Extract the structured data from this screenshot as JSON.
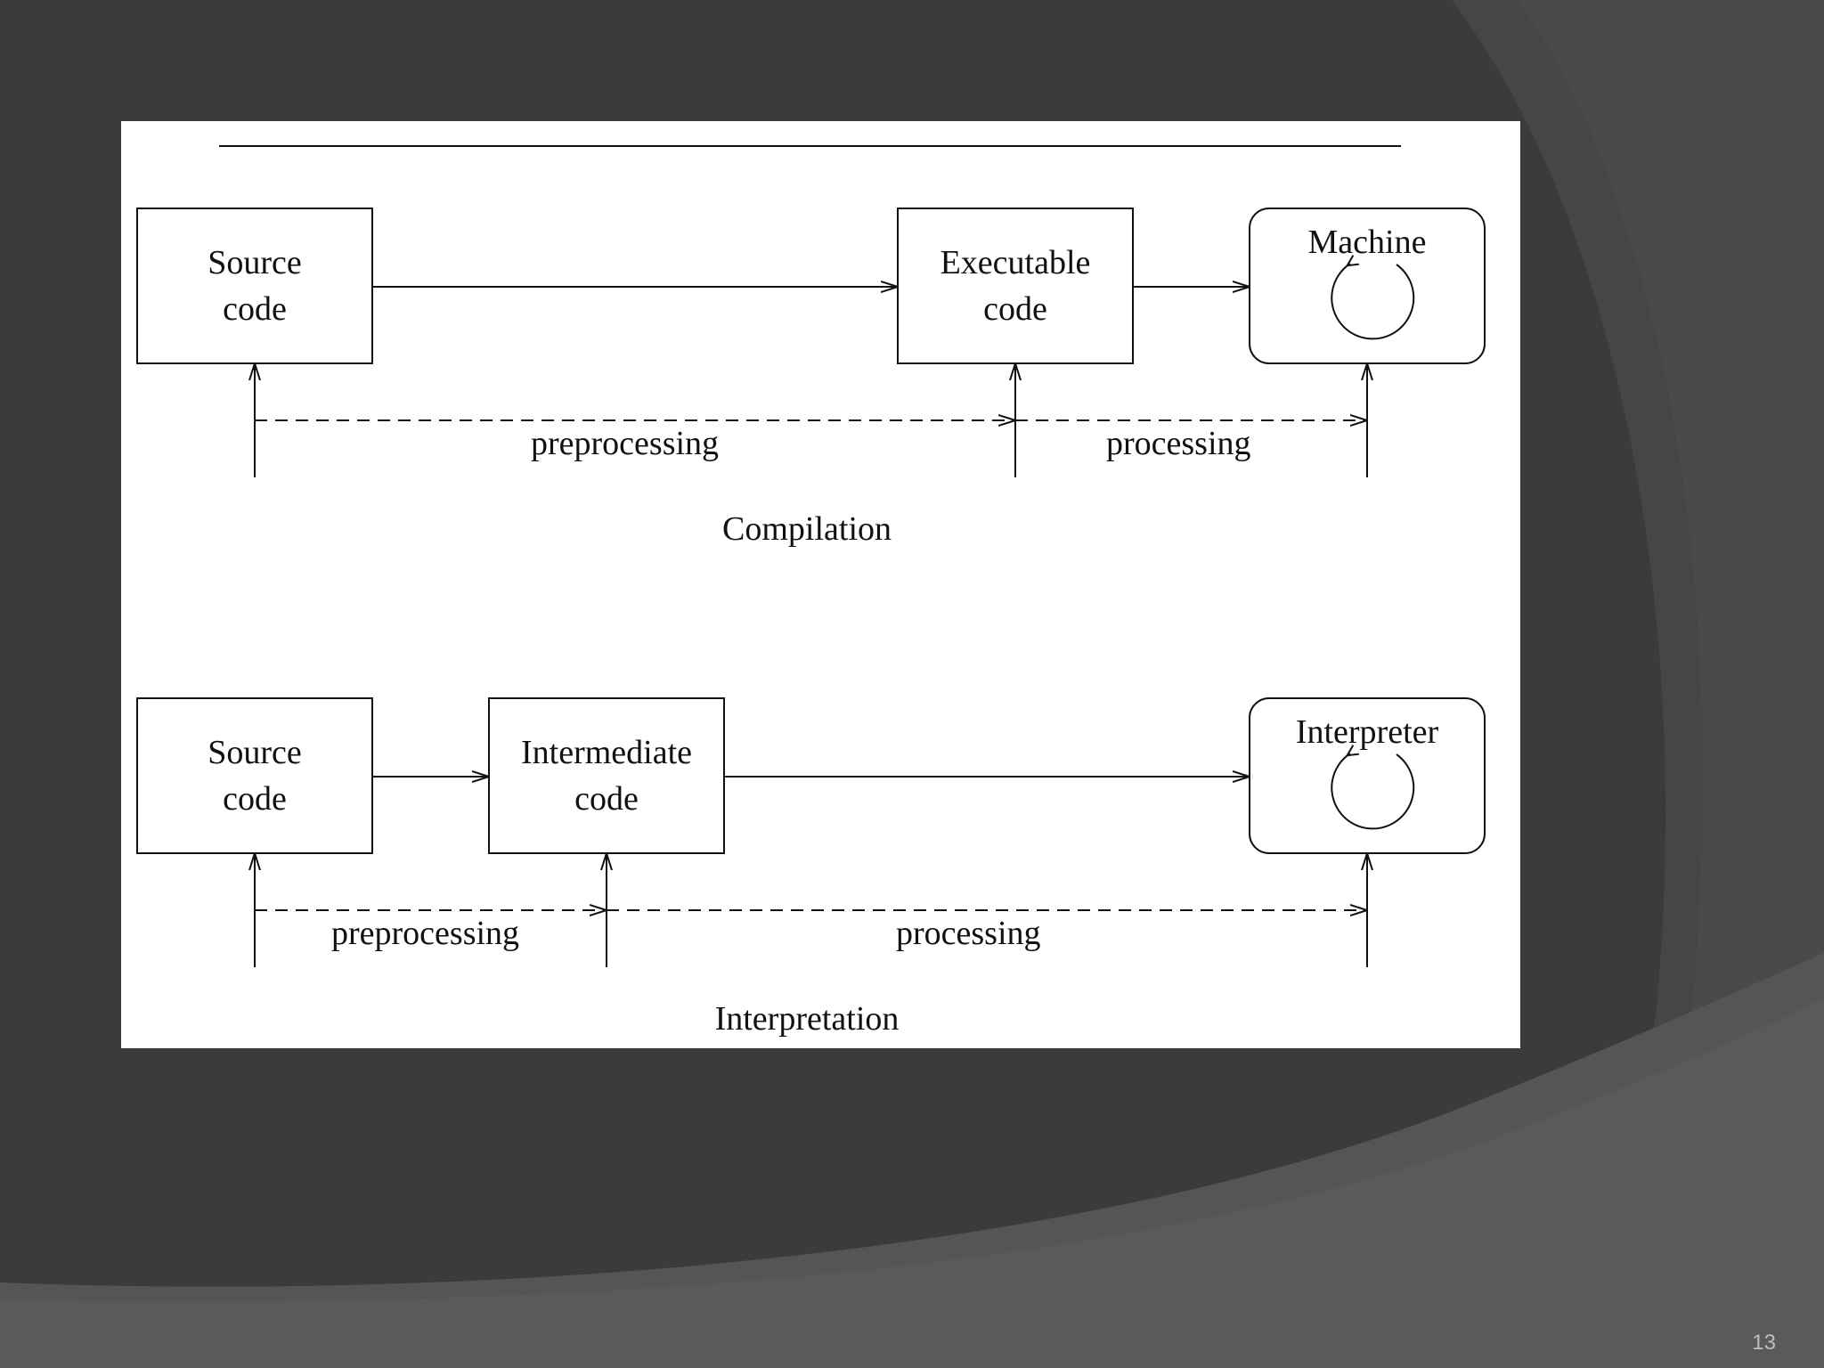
{
  "slide": {
    "number": "13",
    "background_color": "#3b3b3b",
    "swoosh_color": "#4f4f4f"
  },
  "compilation": {
    "source_box": {
      "line1": "Source",
      "line2": "code"
    },
    "executable_box": {
      "line1": "Executable",
      "line2": "code"
    },
    "machine_box": {
      "label": "Machine"
    },
    "preprocessing_label": "preprocessing",
    "processing_label": "processing",
    "caption": "Compilation"
  },
  "interpretation": {
    "source_box": {
      "line1": "Source",
      "line2": "code"
    },
    "intermediate_box": {
      "line1": "Intermediate",
      "line2": "code"
    },
    "interpreter_box": {
      "label": "Interpreter"
    },
    "preprocessing_label": "preprocessing",
    "processing_label": "processing",
    "caption": "Interpretation"
  }
}
